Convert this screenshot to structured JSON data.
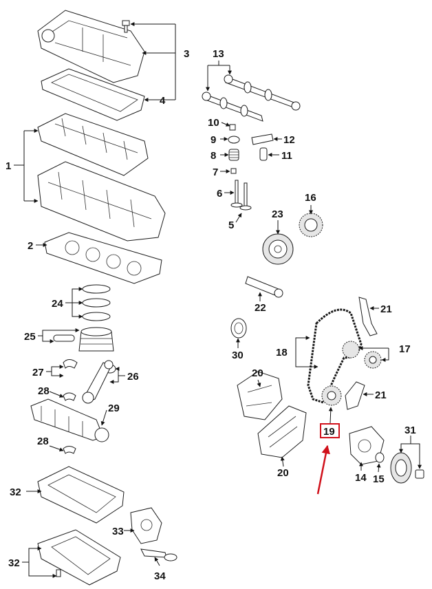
{
  "diagram": {
    "callouts": {
      "c1": "1",
      "c2": "2",
      "c3": "3",
      "c4": "4",
      "c5": "5",
      "c6": "6",
      "c7": "7",
      "c8": "8",
      "c9": "9",
      "c10": "10",
      "c11": "11",
      "c12": "12",
      "c13": "13",
      "c14": "14",
      "c15": "15",
      "c16": "16",
      "c17": "17",
      "c18": "18",
      "c19": "19",
      "c20a": "20",
      "c20b": "20",
      "c21a": "21",
      "c21b": "21",
      "c22": "22",
      "c23": "23",
      "c24": "24",
      "c25": "25",
      "c26": "26",
      "c27": "27",
      "c28a": "28",
      "c28b": "28",
      "c29": "29",
      "c30": "30",
      "c31": "31",
      "c32a": "32",
      "c32b": "32",
      "c33": "33",
      "c34": "34"
    },
    "highlighted_part": "19",
    "highlight_color": "#d0101a"
  }
}
